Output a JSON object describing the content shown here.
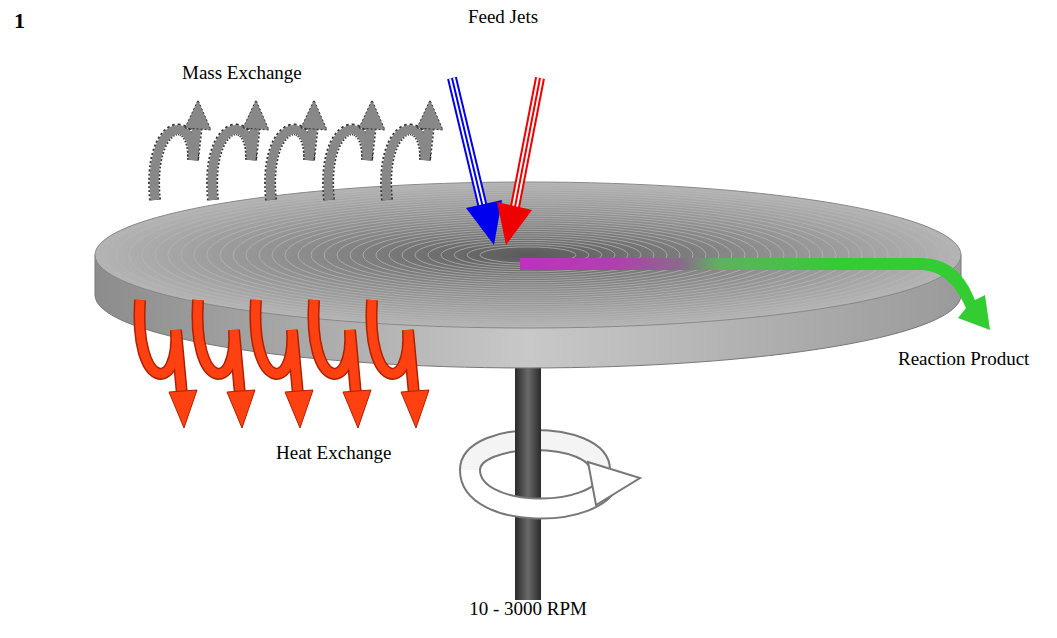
{
  "diagram": {
    "labels": [
      "1",
      "Feed Jets",
      "Mass Exchange",
      "Heat Exchange",
      "Reaction Product",
      "10 - 3000 RPM"
    ]
  }
}
